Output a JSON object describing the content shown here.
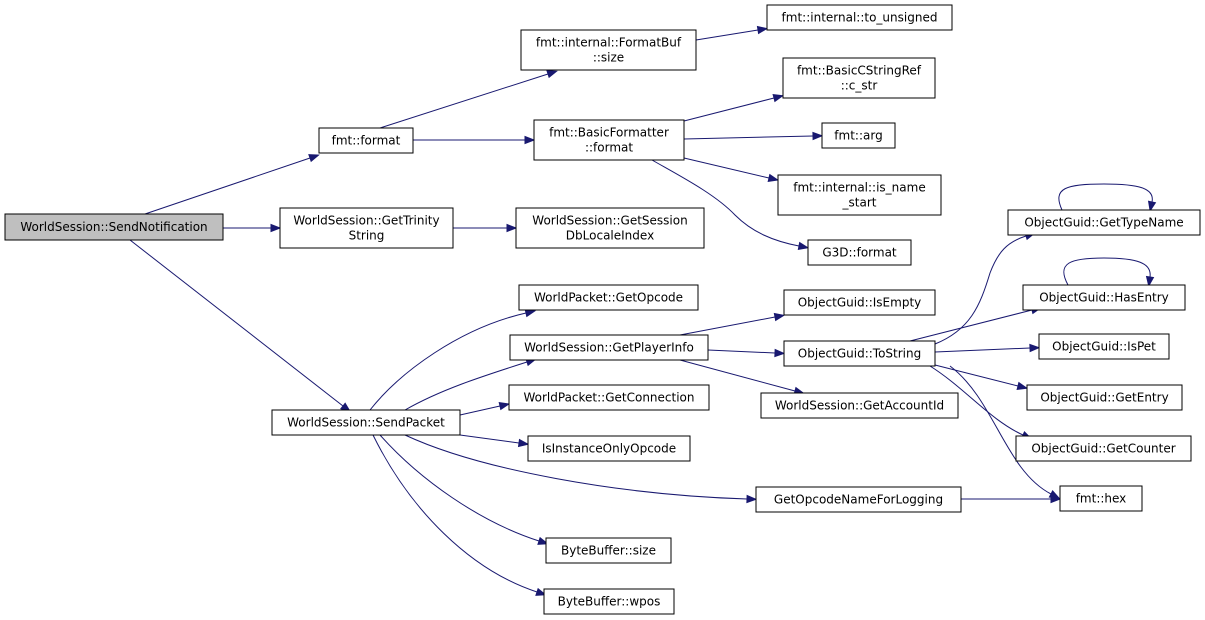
{
  "nodes": [
    {
      "id": "n_ws_send_notification",
      "lines": [
        "WorldSession::SendNotification"
      ],
      "root": true
    },
    {
      "id": "n_fmt_format",
      "lines": [
        "fmt::format"
      ]
    },
    {
      "id": "n_ws_get_trinity_string",
      "lines": [
        "WorldSession::GetTrinity",
        "String"
      ]
    },
    {
      "id": "n_ws_send_packet",
      "lines": [
        "WorldSession::SendPacket"
      ]
    },
    {
      "id": "n_formatbuf_size",
      "lines": [
        "fmt::internal::FormatBuf",
        "::size"
      ]
    },
    {
      "id": "n_basicformatter_format",
      "lines": [
        "fmt::BasicFormatter",
        "::format"
      ]
    },
    {
      "id": "n_to_unsigned",
      "lines": [
        "fmt::internal::to_unsigned"
      ]
    },
    {
      "id": "n_cstringref_c_str",
      "lines": [
        "fmt::BasicCStringRef",
        "::c_str"
      ]
    },
    {
      "id": "n_fmt_arg",
      "lines": [
        "fmt::arg"
      ]
    },
    {
      "id": "n_is_name_start",
      "lines": [
        "fmt::internal::is_name",
        "_start"
      ]
    },
    {
      "id": "n_g3d_format",
      "lines": [
        "G3D::format"
      ]
    },
    {
      "id": "n_ws_get_session_dblocale",
      "lines": [
        "WorldSession::GetSession",
        "DbLocaleIndex"
      ]
    },
    {
      "id": "n_wp_get_opcode",
      "lines": [
        "WorldPacket::GetOpcode"
      ]
    },
    {
      "id": "n_ws_get_player_info",
      "lines": [
        "WorldSession::GetPlayerInfo"
      ]
    },
    {
      "id": "n_wp_get_connection",
      "lines": [
        "WorldPacket::GetConnection"
      ]
    },
    {
      "id": "n_is_instance_only_opcode",
      "lines": [
        "IsInstanceOnlyOpcode"
      ]
    },
    {
      "id": "n_get_opcode_name_for_logging",
      "lines": [
        "GetOpcodeNameForLogging"
      ]
    },
    {
      "id": "n_bytebuffer_size",
      "lines": [
        "ByteBuffer::size"
      ]
    },
    {
      "id": "n_bytebuffer_wpos",
      "lines": [
        "ByteBuffer::wpos"
      ]
    },
    {
      "id": "n_og_is_empty",
      "lines": [
        "ObjectGuid::IsEmpty"
      ]
    },
    {
      "id": "n_og_to_string",
      "lines": [
        "ObjectGuid::ToString"
      ]
    },
    {
      "id": "n_ws_get_account_id",
      "lines": [
        "WorldSession::GetAccountId"
      ]
    },
    {
      "id": "n_og_get_type_name",
      "lines": [
        "ObjectGuid::GetTypeName"
      ]
    },
    {
      "id": "n_og_has_entry",
      "lines": [
        "ObjectGuid::HasEntry"
      ]
    },
    {
      "id": "n_og_is_pet",
      "lines": [
        "ObjectGuid::IsPet"
      ]
    },
    {
      "id": "n_og_get_entry",
      "lines": [
        "ObjectGuid::GetEntry"
      ]
    },
    {
      "id": "n_og_get_counter",
      "lines": [
        "ObjectGuid::GetCounter"
      ]
    },
    {
      "id": "n_fmt_hex",
      "lines": [
        "fmt::hex"
      ]
    }
  ],
  "edges": [
    {
      "from": "n_ws_send_notification",
      "to": "n_fmt_format"
    },
    {
      "from": "n_ws_send_notification",
      "to": "n_ws_get_trinity_string"
    },
    {
      "from": "n_ws_send_notification",
      "to": "n_ws_send_packet"
    },
    {
      "from": "n_fmt_format",
      "to": "n_formatbuf_size"
    },
    {
      "from": "n_fmt_format",
      "to": "n_basicformatter_format"
    },
    {
      "from": "n_formatbuf_size",
      "to": "n_to_unsigned"
    },
    {
      "from": "n_basicformatter_format",
      "to": "n_cstringref_c_str"
    },
    {
      "from": "n_basicformatter_format",
      "to": "n_fmt_arg"
    },
    {
      "from": "n_basicformatter_format",
      "to": "n_is_name_start"
    },
    {
      "from": "n_basicformatter_format",
      "to": "n_g3d_format"
    },
    {
      "from": "n_ws_get_trinity_string",
      "to": "n_ws_get_session_dblocale"
    },
    {
      "from": "n_ws_send_packet",
      "to": "n_wp_get_opcode"
    },
    {
      "from": "n_ws_send_packet",
      "to": "n_ws_get_player_info"
    },
    {
      "from": "n_ws_send_packet",
      "to": "n_wp_get_connection"
    },
    {
      "from": "n_ws_send_packet",
      "to": "n_is_instance_only_opcode"
    },
    {
      "from": "n_ws_send_packet",
      "to": "n_get_opcode_name_for_logging"
    },
    {
      "from": "n_ws_send_packet",
      "to": "n_bytebuffer_size"
    },
    {
      "from": "n_ws_send_packet",
      "to": "n_bytebuffer_wpos"
    },
    {
      "from": "n_ws_get_player_info",
      "to": "n_og_is_empty"
    },
    {
      "from": "n_ws_get_player_info",
      "to": "n_og_to_string"
    },
    {
      "from": "n_ws_get_player_info",
      "to": "n_ws_get_account_id"
    },
    {
      "from": "n_og_to_string",
      "to": "n_og_get_type_name"
    },
    {
      "from": "n_og_to_string",
      "to": "n_og_has_entry"
    },
    {
      "from": "n_og_to_string",
      "to": "n_og_is_pet"
    },
    {
      "from": "n_og_to_string",
      "to": "n_og_get_entry"
    },
    {
      "from": "n_og_to_string",
      "to": "n_og_get_counter"
    },
    {
      "from": "n_og_to_string",
      "to": "n_fmt_hex"
    },
    {
      "from": "n_og_get_type_name",
      "to": "n_og_get_type_name"
    },
    {
      "from": "n_og_has_entry",
      "to": "n_og_has_entry"
    },
    {
      "from": "n_get_opcode_name_for_logging",
      "to": "n_fmt_hex"
    }
  ],
  "colors": {
    "edge": "#191970",
    "node_border": "#000000",
    "node_fill": "#ffffff",
    "root_fill": "#bfbfbf"
  }
}
